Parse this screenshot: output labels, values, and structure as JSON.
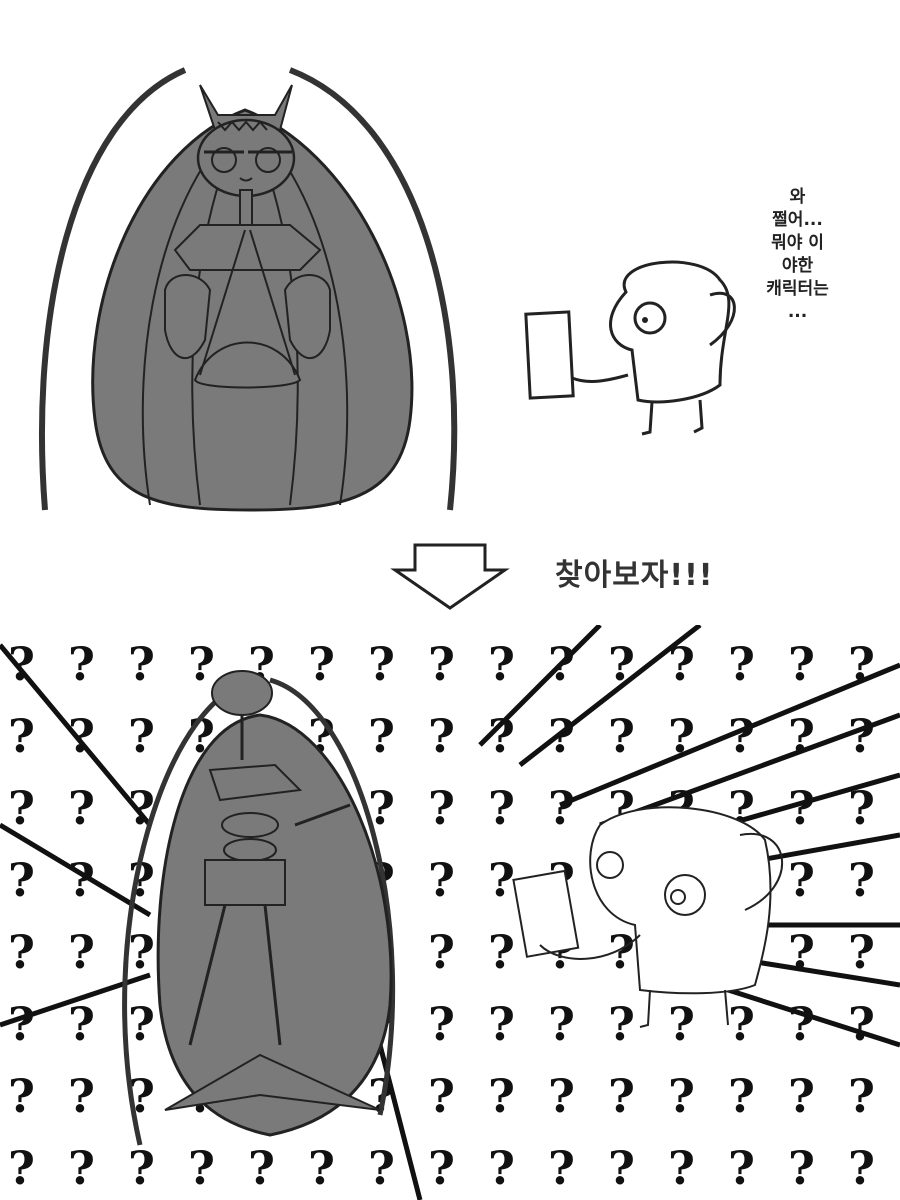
{
  "comic": {
    "top_panel": {
      "speech_lines": [
        "와",
        "쩔어...",
        "뭐야 이",
        "야한",
        "캐릭터는",
        "..."
      ],
      "characters": [
        "tall-gray-insect-character-seated",
        "round-head-character-holding-phone"
      ]
    },
    "transition": {
      "arrow": "down-arrow-icon",
      "shout_text": "찾아보자!!!"
    },
    "bottom_panel": {
      "background_pattern": "question-mark-grid-with-speed-lines",
      "pattern_glyph": "?",
      "characters": [
        "tall-gray-insect-character-standing",
        "round-head-character-holding-phone-confused"
      ]
    },
    "colors": {
      "character_fill": "#7a7a7a",
      "line": "#222222",
      "background": "#ffffff"
    }
  }
}
